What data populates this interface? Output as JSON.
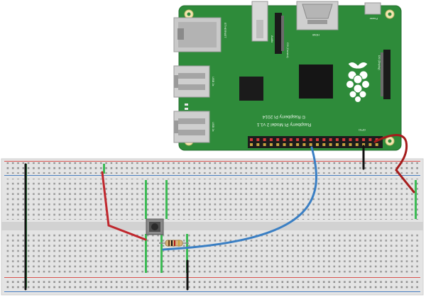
{
  "board": {
    "model_line": "Raspberry Pi Model 2 v1.1",
    "copyright_line": "© Raspberry Pi 2014",
    "gpio_label": "GPIO",
    "hdmi_label": "HDMI",
    "ethernet_label": "ETHERNET",
    "usb_label_top": "USB 2x",
    "usb_label_bottom": "USB 2x",
    "audio_label": "Audio",
    "power_label": "Power",
    "camera_label": "CSI (Camera)",
    "display_label": "DSI (Display)"
  },
  "colors": {
    "board_green": "#2e8b3a",
    "breadboard": "#e6e6e6",
    "rail_red": "#d9534f",
    "rail_blue": "#4a7fc1",
    "wire_red": "#c0272d",
    "wire_blue": "#3a7fc4",
    "wire_black": "#111111",
    "wire_darkred": "#a51c1c"
  }
}
